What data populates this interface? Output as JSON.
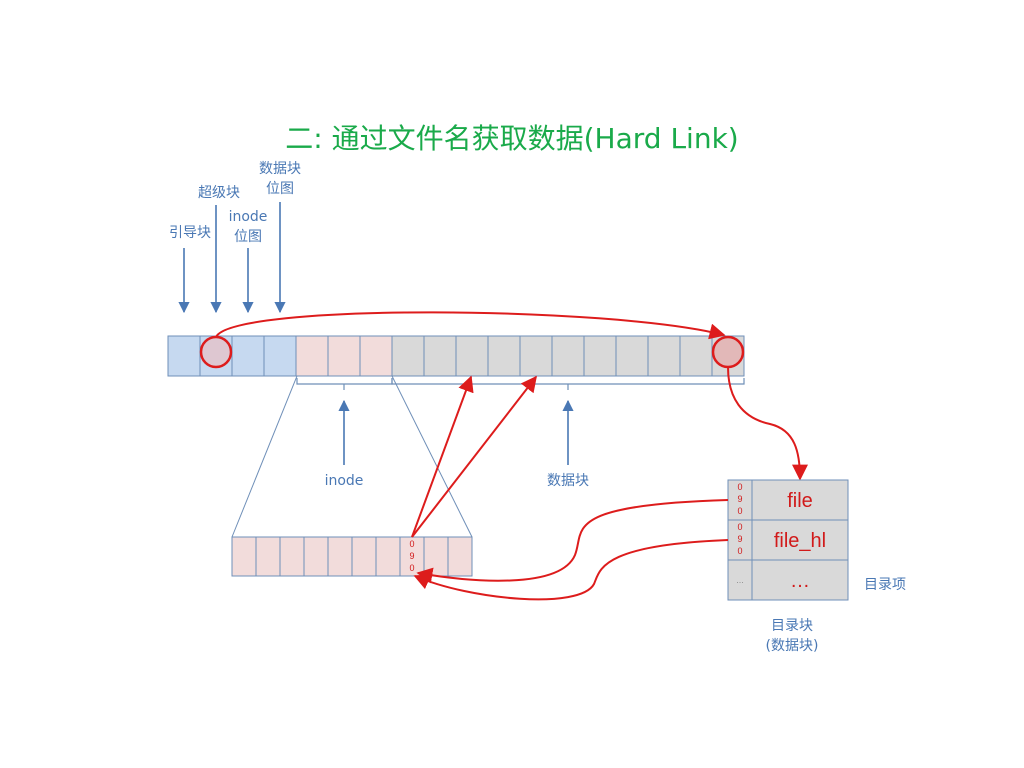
{
  "title": "二: 通过文件名获取数据(Hard Link)",
  "labels": {
    "boot_block": "引导块",
    "super_block": "超级块",
    "inode_bitmap_1": "inode",
    "inode_bitmap_2": "位图",
    "data_bitmap_1": "数据块",
    "data_bitmap_2": "位图",
    "inode": "inode",
    "data_blocks": "数据块",
    "dir_entry": "目录项",
    "dir_block_1": "目录块",
    "dir_block_2": "(数据块)"
  },
  "inode_pointer": [
    "0",
    "9",
    "0"
  ],
  "dir_entries": [
    {
      "ptr": [
        "0",
        "9",
        "0"
      ],
      "name": "file"
    },
    {
      "ptr": [
        "0",
        "9",
        "0"
      ],
      "name": "file_hl"
    },
    {
      "ptr": [
        "…"
      ],
      "name": "…"
    }
  ],
  "colors": {
    "title": "#1aaa4a",
    "meta_block": "#c6d9f0",
    "inode_block": "#f2dcdb",
    "data_block": "#d9d9d9",
    "border": "#6f8fb8",
    "link": "#dd1c1c",
    "label": "#4a78b4"
  }
}
